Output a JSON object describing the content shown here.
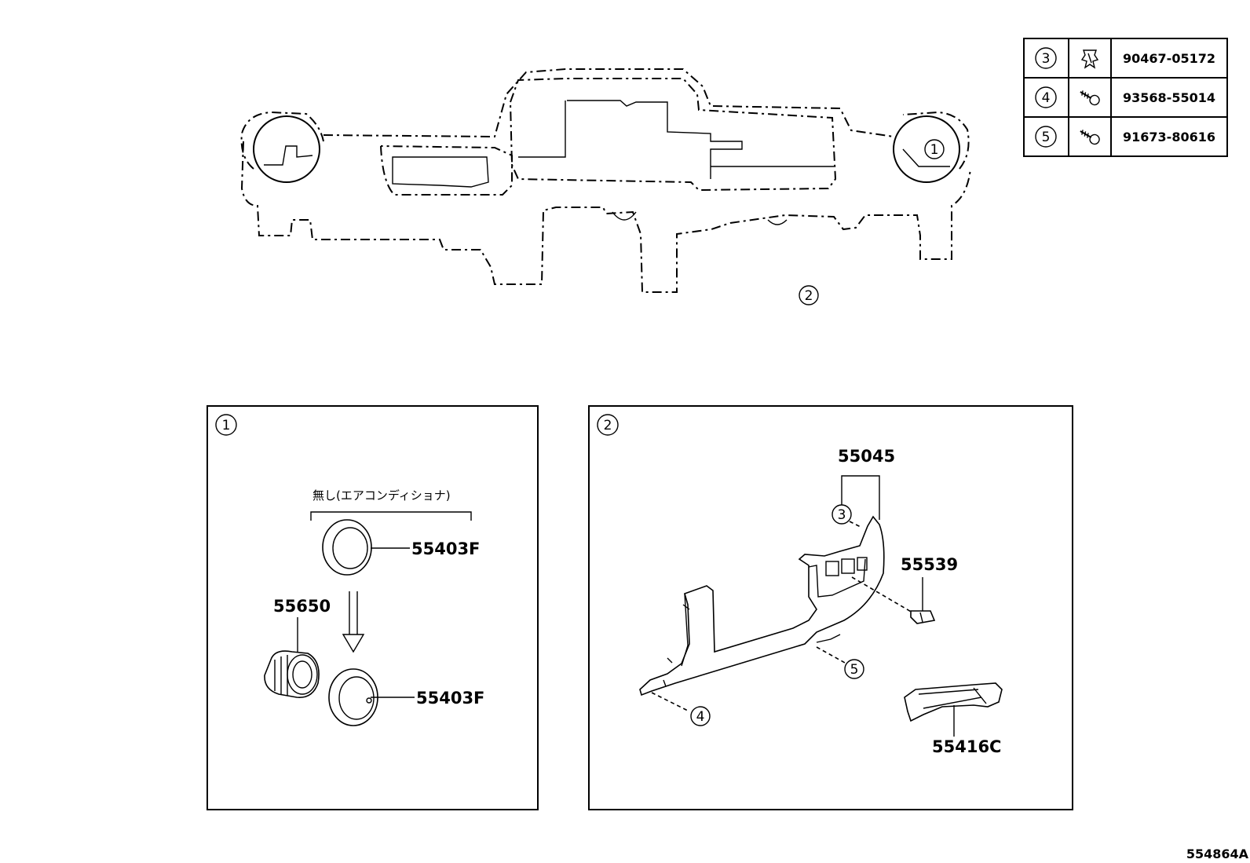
{
  "diagram_id": "554864A",
  "overview": {
    "callout_1": "1",
    "callout_2": "2"
  },
  "fastener_table": [
    {
      "ref": "3",
      "icon": "clip-icon",
      "part_no": "90467-05172"
    },
    {
      "ref": "4",
      "icon": "screw-icon",
      "part_no": "93568-55014"
    },
    {
      "ref": "5",
      "icon": "screw-icon",
      "part_no": "91673-80616"
    }
  ],
  "panel_1": {
    "tag": "1",
    "note": "無し(エアコンディショナ)",
    "parts": {
      "cover_top": "55403F",
      "cover_bottom": "55403F",
      "register": "55650"
    }
  },
  "panel_2": {
    "tag": "2",
    "parts": {
      "lower_panel": "55045",
      "bracket": "55539",
      "insert": "55416C"
    },
    "callouts": {
      "c3": "3",
      "c4": "4",
      "c5": "5"
    }
  }
}
